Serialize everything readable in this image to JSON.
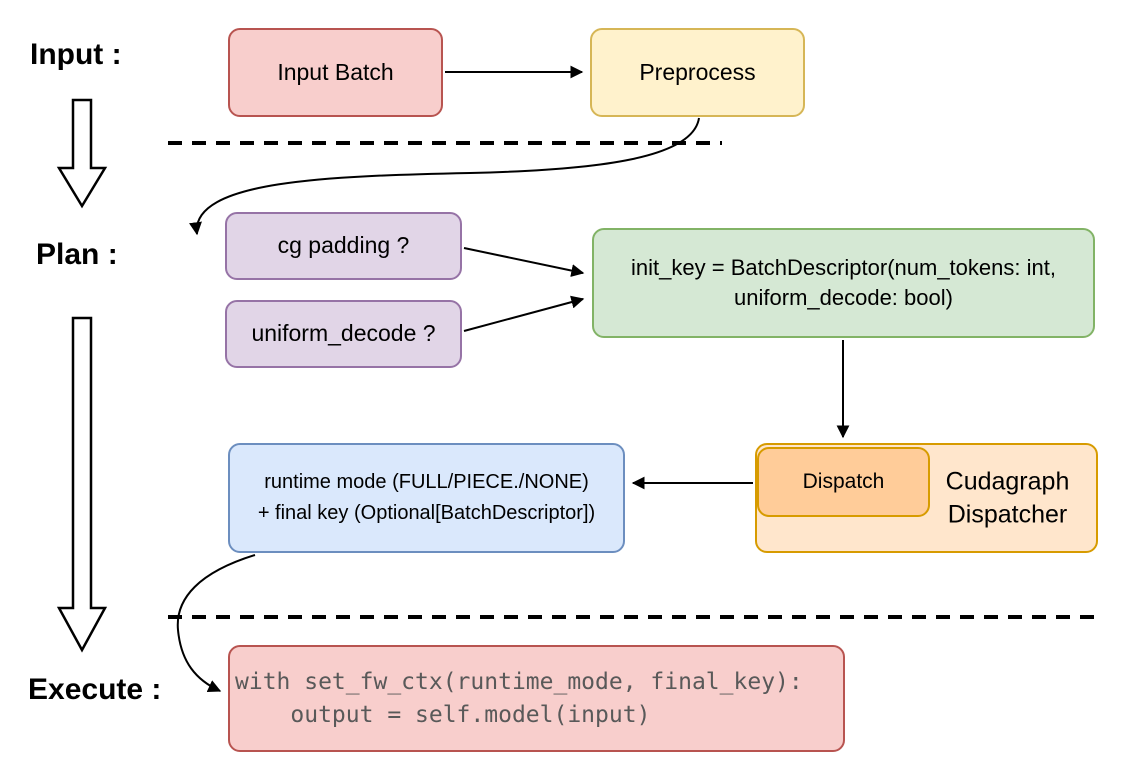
{
  "sections": {
    "input_label": "Input :",
    "plan_label": "Plan :",
    "execute_label": "Execute :"
  },
  "nodes": {
    "input_batch": {
      "label": "Input Batch"
    },
    "preprocess": {
      "label": "Preprocess"
    },
    "cg_padding": {
      "label": "cg padding ?"
    },
    "uniform_decode": {
      "label": "uniform_decode ?"
    },
    "init_key": {
      "label": "init_key = BatchDescriptor(num_tokens: int, uniform_decode: bool)"
    },
    "dispatch": {
      "label": "Dispatch"
    },
    "cudagraph_dispatcher": {
      "label": "Cudagraph Dispatcher"
    },
    "runtime_result": {
      "line1": "runtime mode (FULL/PIECE./NONE)",
      "line2": "+ final key (Optional[BatchDescriptor])"
    },
    "execute_code": {
      "line1": "with set_fw_ctx(runtime_mode, final_key):",
      "line2": "    output = self.model(input)"
    }
  },
  "colors": {
    "red_fill": "#f8cecc",
    "red_stroke": "#b85450",
    "yellow_fill": "#fff2cc",
    "yellow_stroke": "#d6b656",
    "purple_fill": "#e1d5e7",
    "purple_stroke": "#9673a6",
    "green_fill": "#d5e8d4",
    "green_stroke": "#82b366",
    "orange_fill": "#ffe6cc",
    "orange_inner_fill": "#ffcc99",
    "orange_stroke": "#d79b00",
    "blue_fill": "#dae8fc",
    "blue_stroke": "#6c8ebf",
    "code_text": "#595959",
    "arrow": "#000000"
  }
}
